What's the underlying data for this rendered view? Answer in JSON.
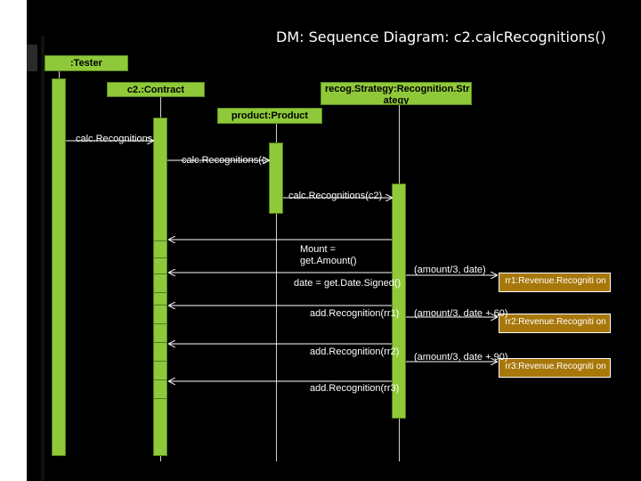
{
  "title": "DM: Sequence Diagram: c2.calcRecognitions()",
  "objects": {
    "tester": ":Tester",
    "contract": "c2.:Contract",
    "strategy": "recog.Strategy:Recognition.Str ategy",
    "product": "product:Product",
    "rr1": "rr1:Revenue.Recogniti on",
    "rr2": "rr2:Revenue.Recogniti on",
    "rr3": "rr3:Revenue.Recogniti on"
  },
  "messages": {
    "m1": "calc.Recognitions",
    "m2": "calc.Recognitions(c",
    "m3": "calc.Recognitions(c2)",
    "m4": "Mount = get.Amount()",
    "m5": "date = get.Date.Signed()",
    "m6": "(amount/3, date)",
    "m7": "add.Recognition(rr1)",
    "m8": "(amount/3, date + 60)",
    "m9": "add.Recognition(rr2)",
    "m10": "(amount/3, date + 90)",
    "m11": "add.Recognition(rr3)"
  },
  "colors": {
    "object_fill": "#8fc93a",
    "revenue_fill": "#a8770a",
    "background": "#000000"
  }
}
